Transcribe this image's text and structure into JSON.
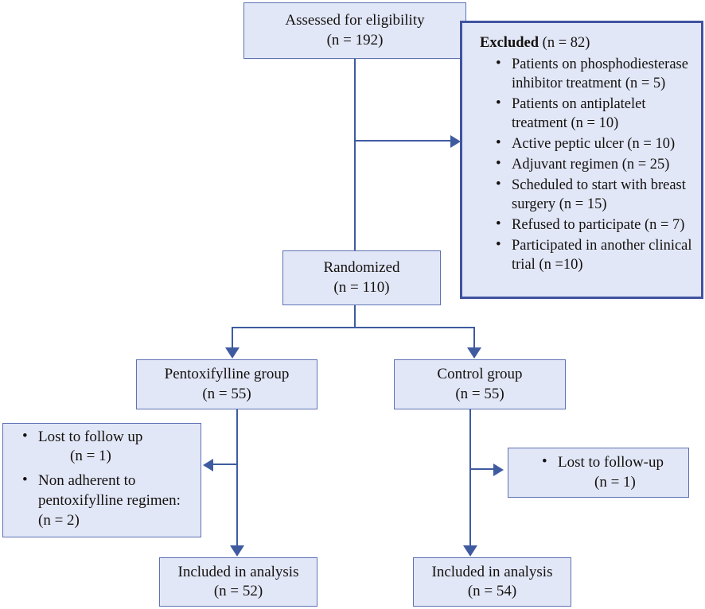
{
  "diagram": {
    "title": "CONSORT participant flow diagram",
    "colors": {
      "box_fill": "#e2e7f7",
      "box_border": "#5d72b4",
      "emphasis_border": "#3f53a0",
      "connector": "#3f5ba0",
      "text": "#14110f"
    }
  },
  "assessed": {
    "label": "Assessed for eligibility",
    "count": "(n = 192)"
  },
  "excluded": {
    "heading_bold": "Excluded",
    "heading_rest": " (n = 82)",
    "items": [
      "Patients on phosphodiesterase inhibitor treatment (n = 5)",
      "Patients on antiplatelet treatment (n = 10)",
      "Active peptic ulcer (n = 10)",
      "Adjuvant  regimen (n = 25)",
      "Scheduled to start with breast surgery (n = 15)",
      "Refused to participate  (n = 7)",
      "Participated in another clinical trial (n =10)"
    ]
  },
  "randomized": {
    "label": "Randomized",
    "count": "(n = 110)"
  },
  "pentoxifylline_group": {
    "label": "Pentoxifylline group",
    "count": "(n = 55)"
  },
  "control_group": {
    "label": "Control group",
    "count": "(n = 55)"
  },
  "pentoxifylline_losses": {
    "items": [
      {
        "text": "Lost to follow up",
        "sub": "(n = 1)"
      },
      {
        "text": "Non adherent to pentoxifylline regimen: (n = 2)",
        "sub": ""
      }
    ]
  },
  "control_losses": {
    "items": [
      {
        "text": "Lost  to follow-up",
        "sub": "(n = 1)"
      }
    ]
  },
  "pentoxifylline_analysis": {
    "label": "Included in analysis",
    "count": "(n = 52)"
  },
  "control_analysis": {
    "label": "Included in analysis",
    "count": "(n = 54)"
  }
}
